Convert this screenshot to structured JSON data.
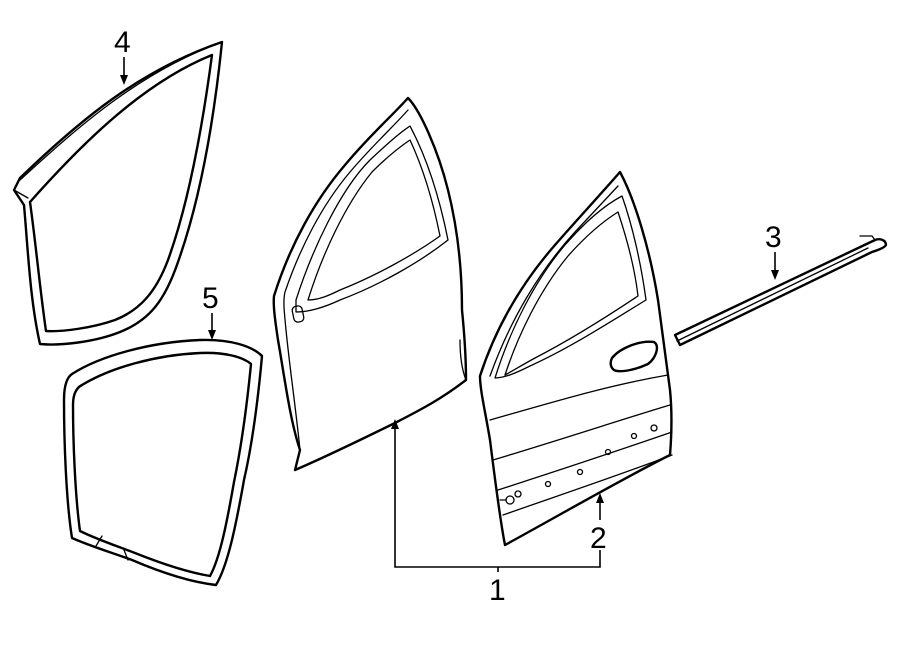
{
  "callouts": {
    "door_shell_label": "1",
    "door_assembly_label": "2",
    "belt_molding_label": "3",
    "body_weatherstrip_label": "4",
    "door_weatherstrip_label": "5"
  },
  "colors": {
    "line": "#000000",
    "background": "#ffffff"
  }
}
